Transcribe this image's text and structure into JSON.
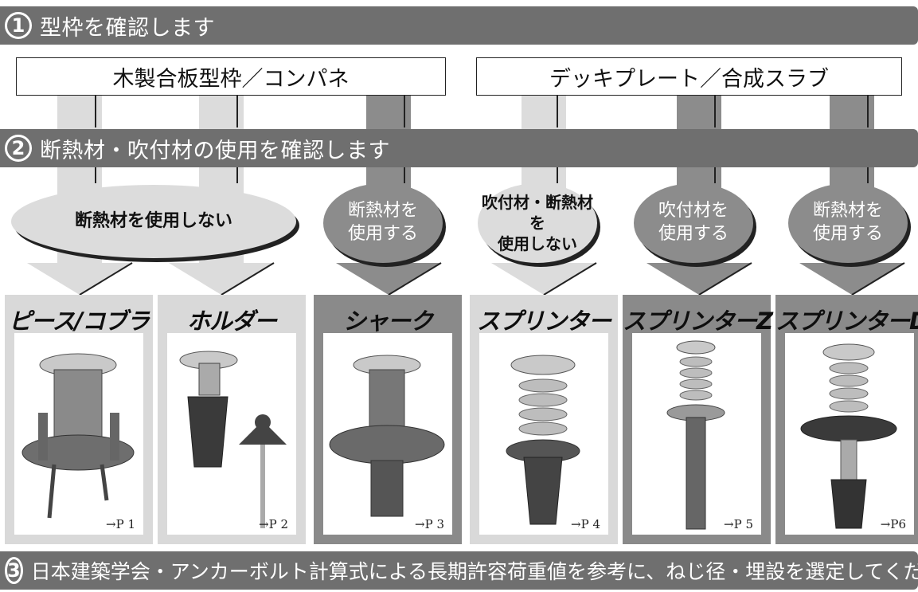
{
  "steps": [
    {
      "num": "1",
      "text": "型枠を確認します"
    },
    {
      "num": "2",
      "text": "断熱材・吹付材の使用を確認します"
    },
    {
      "num": "3",
      "text": "日本建築学会・アンカーボルト計算式による長期許容荷重値を参考に、ねじ径・埋設を選定してください"
    }
  ],
  "categories": [
    {
      "label": "木製合板型枠／コンパネ"
    },
    {
      "label": "デッキプレート／合成スラブ"
    }
  ],
  "conditions": [
    {
      "text": "断熱材を使用しない"
    },
    {
      "line1": "断熱材を",
      "line2": "使用する"
    },
    {
      "line1": "吹付材・断熱材を",
      "line2": "使用しない"
    },
    {
      "line1": "吹付材を",
      "line2": "使用する"
    },
    {
      "line1": "断熱材を",
      "line2": "使用する"
    }
  ],
  "products": [
    {
      "name": "ピース/コブラ",
      "page": "→P 1"
    },
    {
      "name": "ホルダー",
      "page": "→P 2"
    },
    {
      "name": "シャーク",
      "page": "→P 3"
    },
    {
      "name": "スプリンター",
      "page": "→P 4"
    },
    {
      "name": "スプリンターZ",
      "page": "→P 5"
    },
    {
      "name": "スプリンターD",
      "page": "→P6"
    }
  ],
  "colors": {
    "bar": "#6f6f6f",
    "light_panel": "#d9d9d9",
    "dark_panel": "#8a8a8a",
    "light_arrow": "#dcdcdc",
    "dark_arrow": "#8c8c8c"
  }
}
